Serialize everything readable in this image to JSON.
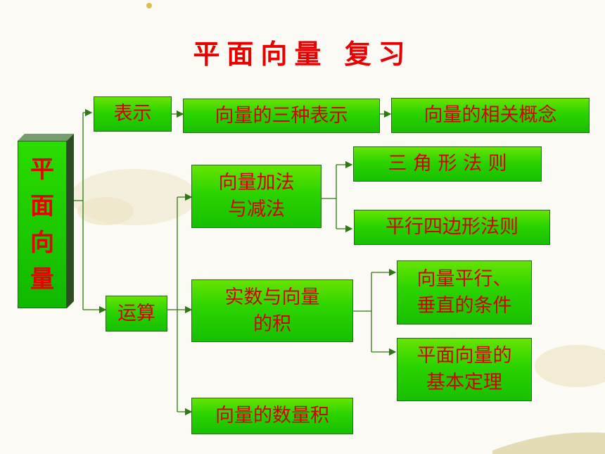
{
  "title": "平面向量 复习",
  "root": "平\n面\n向\n量",
  "nodes": {
    "biaoshi": "表示",
    "three_forms": "向量的三种表示",
    "concepts": "向量的相关概念",
    "yunsuan": "运算",
    "add_sub": "向量加法\n与减法",
    "triangle_rule": "三 角 形 法 则",
    "parallelogram_rule": "平行四边形法则",
    "scalar_mult": "实数与向量\n的积",
    "parallel_perp": "向量平行、\n垂直的条件",
    "basic_theorem": "平面向量的\n基本定理",
    "dot_product": "向量的数量积"
  },
  "colors": {
    "box_green": "#2bd300",
    "text_red": "#d40000",
    "title_red": "#e60000",
    "line_green": "#2c7a10"
  }
}
